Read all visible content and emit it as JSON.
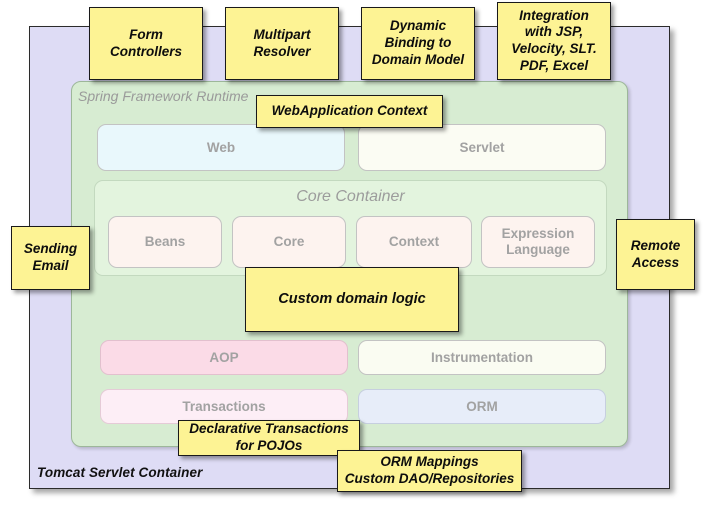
{
  "diagram": {
    "title": "Spring Framework Runtime architecture with custom application annotations",
    "outer_container": {
      "label": "Tomcat Servlet Container",
      "color": "#dedcf5"
    },
    "spring_container": {
      "label": "Spring Framework Runtime",
      "color": "#d7ecd2"
    },
    "core_group": {
      "label": "Core Container",
      "color": "#e3f4de"
    },
    "modules": [
      {
        "label": "Web",
        "color": "#e9f8fc",
        "row": "web-row"
      },
      {
        "label": "Servlet",
        "color": "#fbfcf3",
        "row": "web-row"
      },
      {
        "label": "Beans",
        "color": "#fdf3ef",
        "row": "core-row"
      },
      {
        "label": "Core",
        "color": "#fdf3ef",
        "row": "core-row"
      },
      {
        "label": "Context",
        "color": "#fdf3ef",
        "row": "core-row"
      },
      {
        "label": "Expression Language",
        "color": "#fdf3ef",
        "row": "core-row"
      },
      {
        "label": "AOP",
        "color": "#fbdbe7",
        "row": "aop-row"
      },
      {
        "label": "Instrumentation",
        "color": "#fafcf2",
        "row": "aop-row"
      },
      {
        "label": "Transactions",
        "color": "#fdeef6",
        "row": "data-row"
      },
      {
        "label": "ORM",
        "color": "#e7edf9",
        "row": "data-row"
      }
    ],
    "notes": [
      {
        "id": "form-controllers",
        "lines": [
          "Form",
          "Controllers"
        ]
      },
      {
        "id": "multipart-resolver",
        "lines": [
          "Multipart",
          "Resolver"
        ]
      },
      {
        "id": "dynamic-binding",
        "lines": [
          "Dynamic",
          "Binding to",
          "Domain Model"
        ]
      },
      {
        "id": "integration-views",
        "lines": [
          "Integration",
          "with JSP,",
          "Velocity, SLT.",
          "PDF, Excel"
        ]
      },
      {
        "id": "webapplication-context",
        "lines": [
          "WebApplication Context"
        ]
      },
      {
        "id": "sending-email",
        "lines": [
          "Sending",
          "Email"
        ]
      },
      {
        "id": "remote-access",
        "lines": [
          "Remote",
          "Access"
        ]
      },
      {
        "id": "custom-domain-logic",
        "lines": [
          "Custom domain logic"
        ]
      },
      {
        "id": "declarative-transactions",
        "lines": [
          "Declarative Transactions",
          "for POJOs"
        ]
      },
      {
        "id": "orm-mappings",
        "lines": [
          "ORM Mappings",
          "Custom DAO/Repositories"
        ]
      }
    ],
    "colors": {
      "note_fill": "#fdf394",
      "note_border": "#19191a",
      "outer_fill": "#dedcf5",
      "spring_fill": "#d7ecd2",
      "core_fill": "#e3f4de",
      "module_text": "#a2a2a2"
    }
  }
}
